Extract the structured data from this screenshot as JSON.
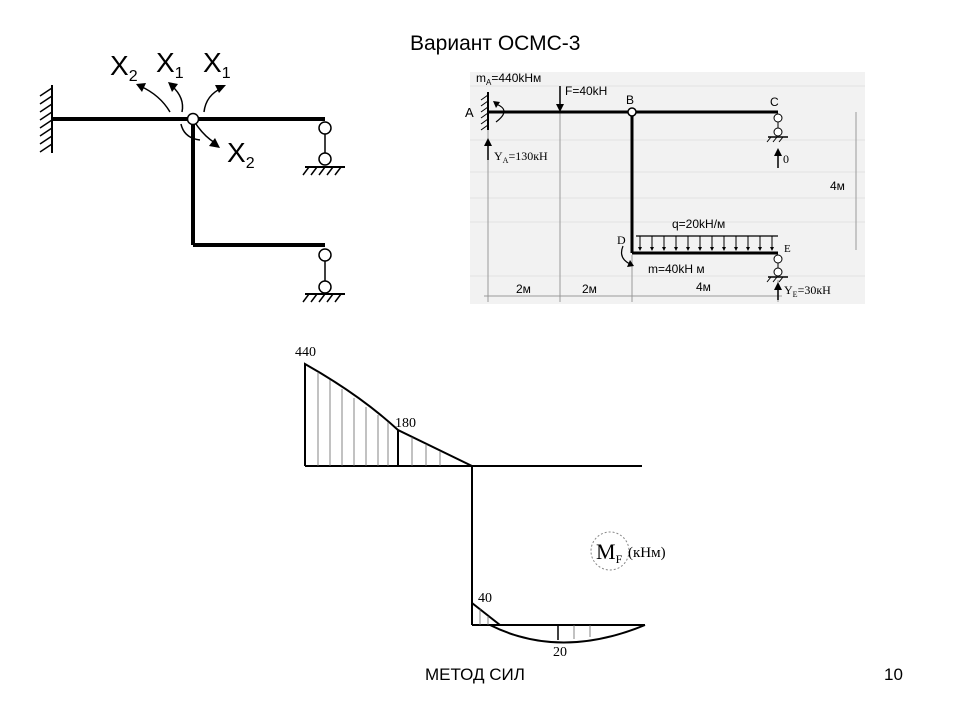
{
  "slide": {
    "title": "Вариант ОСМС-3",
    "footer": "МЕТОД СИЛ",
    "page_number": "10"
  },
  "basic_system": {
    "labels": {
      "x2_top": "X",
      "x2_top_sub": "2",
      "x1_left": "X",
      "x1_left_sub": "1",
      "x1_right": "X",
      "x1_right_sub": "1",
      "x2_bottom": "X",
      "x2_bottom_sub": "2"
    }
  },
  "given_frame": {
    "node_a": "A",
    "node_b": "B",
    "node_c": "C",
    "node_d": "D",
    "node_e": "E",
    "moment_a_prefix": "m",
    "moment_a_sub": "A",
    "moment_a_value": "=440kHм",
    "force_f": "F=40kH",
    "reaction_ya_prefix": "Y",
    "reaction_ya_sub": "A",
    "reaction_ya_value": "=130кН",
    "reaction_c": "0",
    "dist_load": "q=20kH/м",
    "moment_d": "m=40kH м",
    "reaction_ye_prefix": "Y",
    "reaction_ye_sub": "E",
    "reaction_ye_value": "=30кН",
    "height": "4м",
    "dim_1": "2м",
    "dim_2": "2м",
    "dim_3": "4м"
  },
  "moment_diagram": {
    "label_main": "M",
    "label_sub": "F",
    "units": "(кНм)",
    "values": {
      "v_a": "440",
      "v_f": "180",
      "v_d": "40",
      "v_mid": "20"
    }
  }
}
